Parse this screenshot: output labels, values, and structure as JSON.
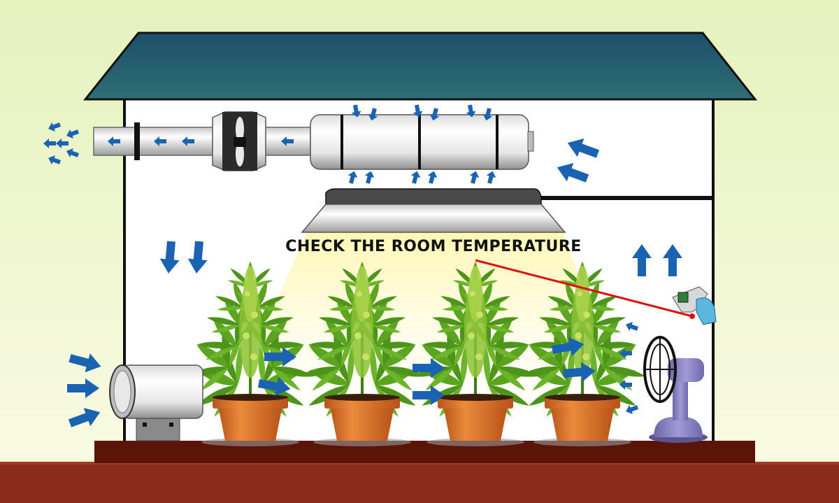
{
  "caption": "CHECK THE ROOM TEMPERATURE",
  "colors": {
    "sky_top": "#e4f2bd",
    "sky_bottom": "#fbfbe6",
    "roof": "#1f5a6c",
    "wall": "#ffffff",
    "floor": "#5a1408",
    "ground": "#8a2d1d",
    "airflow_arrow": "#1a63b3",
    "pot": "#d9742a",
    "leaf": "#5aa420",
    "laser": "#e01010",
    "fan_body": "#8a82c0"
  },
  "components": [
    {
      "name": "exhaust-duct",
      "icon": "duct"
    },
    {
      "name": "inline-fan",
      "icon": "fan-icon"
    },
    {
      "name": "carbon-filter",
      "icon": "filter"
    },
    {
      "name": "grow-light",
      "icon": "lamp"
    },
    {
      "name": "intake-fan",
      "icon": "intake"
    },
    {
      "name": "oscillating-fan",
      "icon": "fan"
    },
    {
      "name": "infrared-thermometer",
      "icon": "thermometer"
    },
    {
      "name": "cannabis-plants",
      "count": 4
    }
  ]
}
